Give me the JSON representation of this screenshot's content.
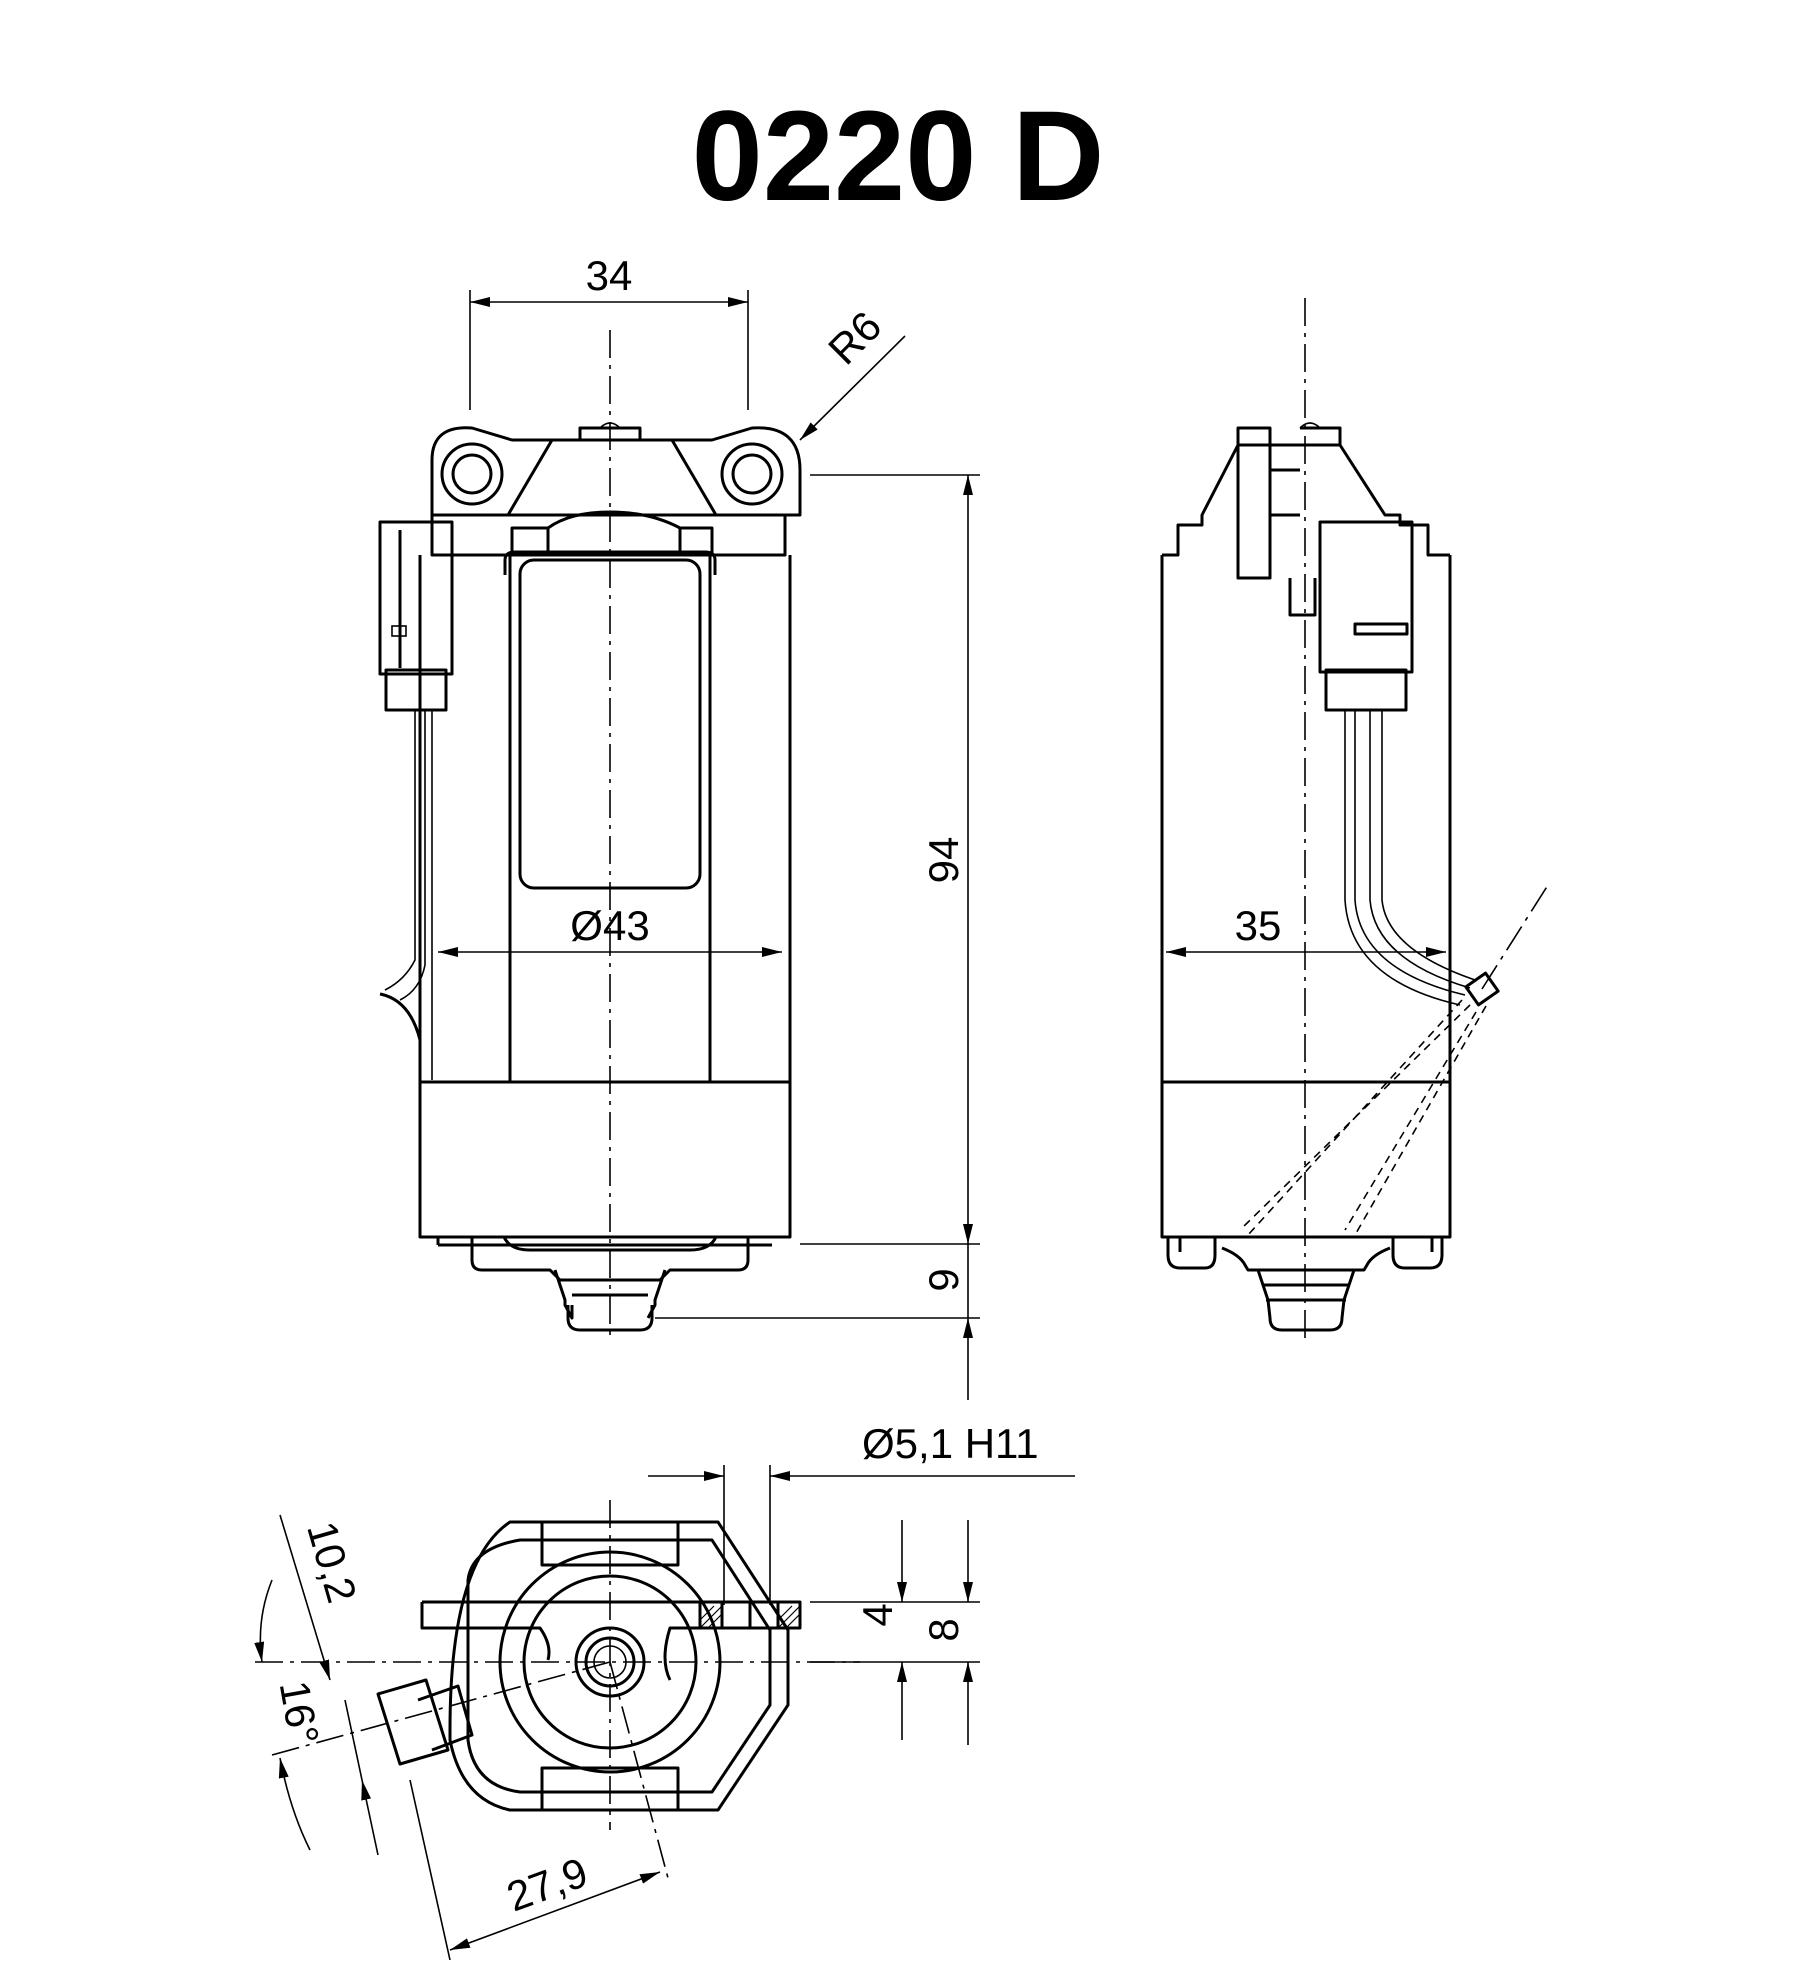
{
  "title": "0220 D",
  "dimensions": {
    "width_34": "34",
    "radius_r6": "R6",
    "length_94": "94",
    "diameter_43": "Ø43",
    "shaft_9": "9",
    "depth_35": "35",
    "hole_diameter": "Ø5,1  H11",
    "offset_4": "4",
    "offset_8": "8",
    "offset_10_2": "10,2",
    "angle_16": "16°",
    "distance_27_9": "27,9"
  },
  "colors": {
    "line": "#000000",
    "background": "#ffffff"
  }
}
